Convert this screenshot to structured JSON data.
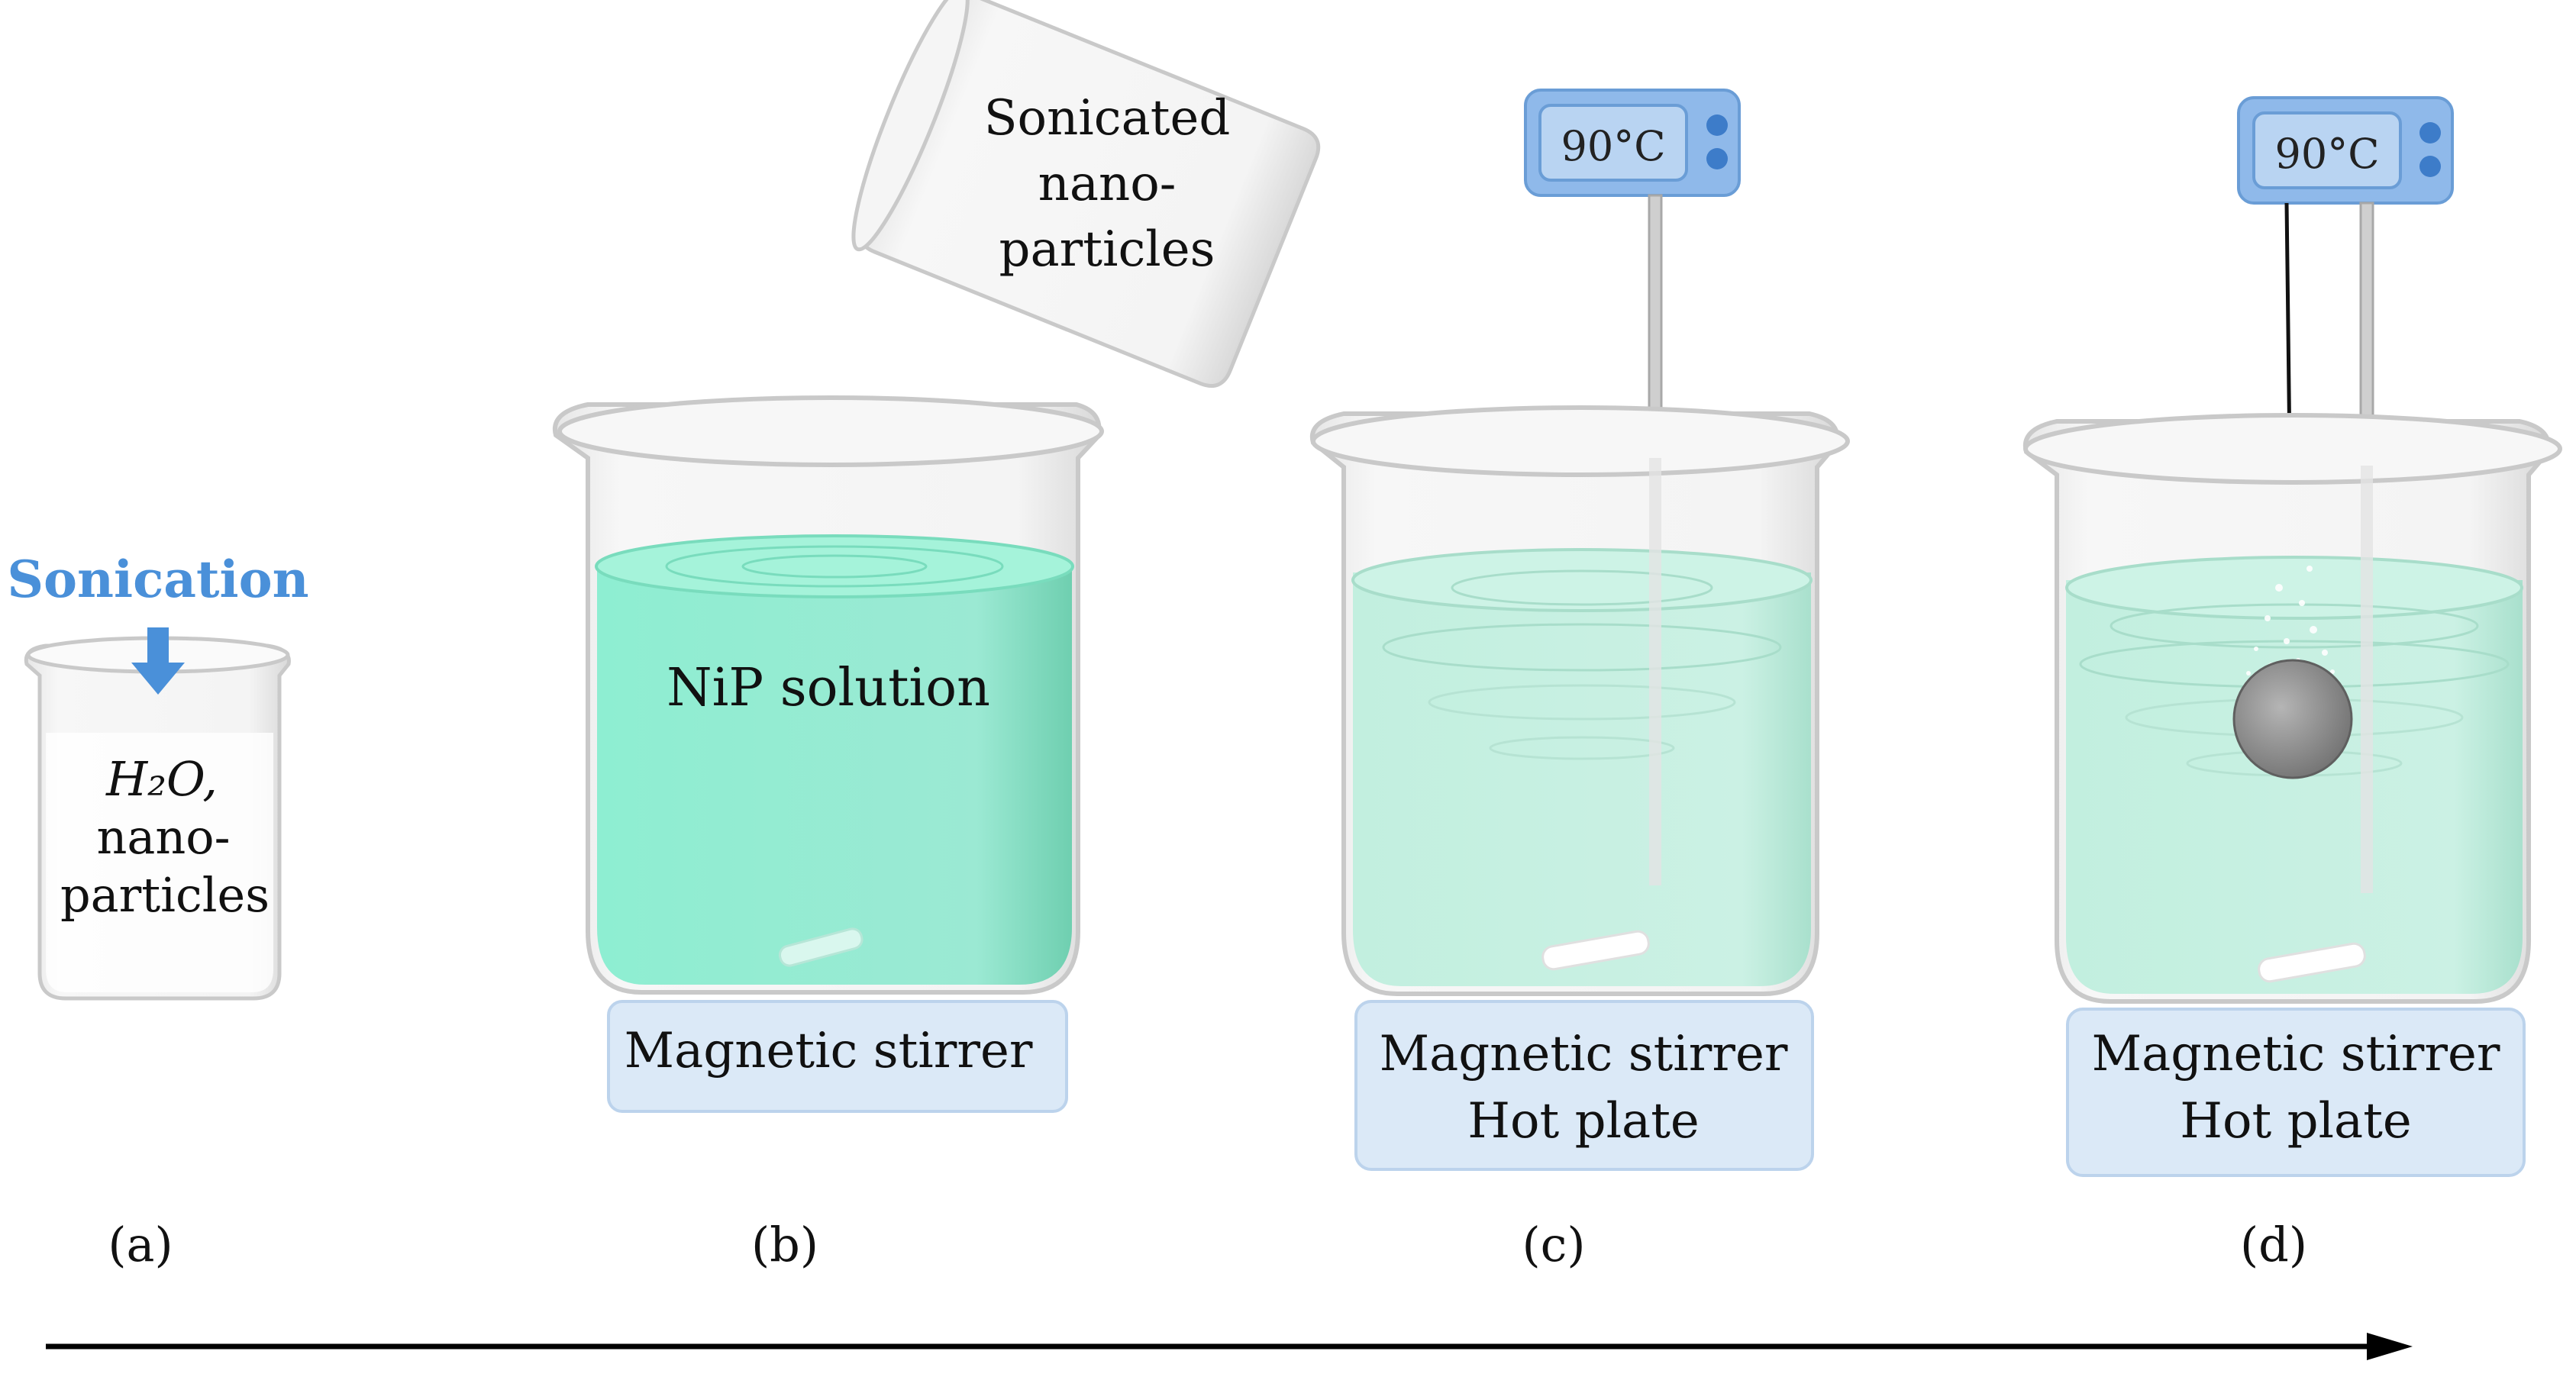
{
  "steps": {
    "a": {
      "panel_label": "(a)",
      "sonication_label": "Sonication",
      "beaker_text_line1": "H₂O,",
      "beaker_text_line2": "nano-",
      "beaker_text_line3": "particles"
    },
    "b": {
      "panel_label": "(b)",
      "solution_label": "NiP solution",
      "plate_label": "Magnetic stirrer",
      "poured_text_line1": "Sonicated",
      "poured_text_line2": "nano-",
      "poured_text_line3": "particles"
    },
    "c": {
      "panel_label": "(c)",
      "temperature": "90°C",
      "plate_label_line1": "Magnetic stirrer",
      "plate_label_line2": "Hot plate"
    },
    "d": {
      "panel_label": "(d)",
      "temperature": "90°C",
      "plate_label_line1": "Magnetic stirrer",
      "plate_label_line2": "Hot plate"
    }
  },
  "colors": {
    "sonication_blue": "#4a90d9",
    "nip_solution": "#7fe3c4",
    "light_solution": "#bdeedd",
    "plate_fill": "#dbe9f7",
    "thermometer_blue": "#8fb9ea",
    "arrow": "#000000"
  }
}
